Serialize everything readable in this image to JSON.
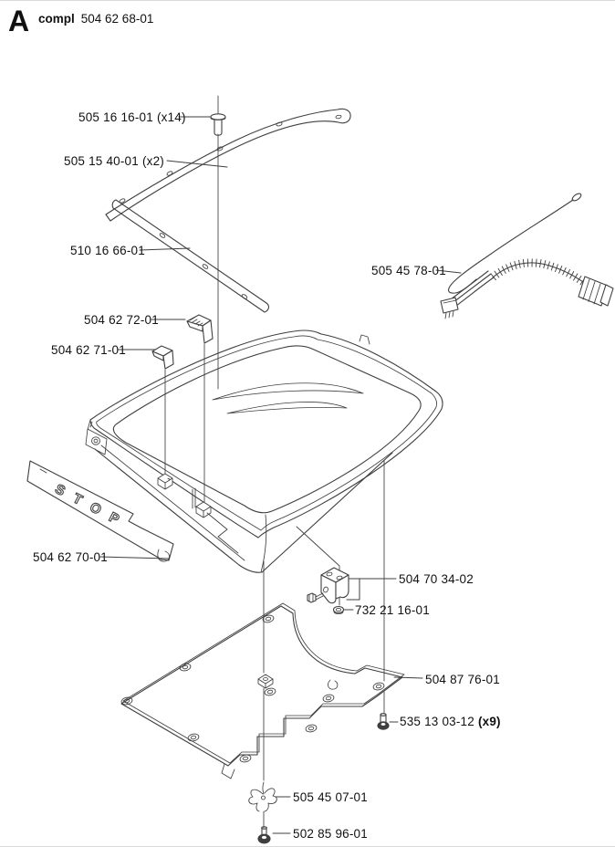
{
  "figure": {
    "letter": "A",
    "compl_label": "compl",
    "assembly_number": "504 62 68-01"
  },
  "stop_bar_text": "STOP",
  "colors": {
    "line": "#3f3f3f",
    "text": "#111111",
    "background": "#ffffff"
  },
  "parts": [
    {
      "number": "505 16 16-01",
      "qty": "(x14)",
      "item": "screw-top"
    },
    {
      "number": "505 15 40-01",
      "qty": "(x2)",
      "item": "outer-trim-strip"
    },
    {
      "number": "510 16 66-01",
      "qty": "",
      "item": "inner-trim-strip"
    },
    {
      "number": "505 45 78-01",
      "qty": "",
      "item": "cable-harness"
    },
    {
      "number": "504 62 72-01",
      "qty": "",
      "item": "clip-right"
    },
    {
      "number": "504 62 71-01",
      "qty": "",
      "item": "clip-left"
    },
    {
      "number": "504 62 70-01",
      "qty": "",
      "item": "stop-bar"
    },
    {
      "number": "504 70 34-02",
      "qty": "",
      "item": "bracket"
    },
    {
      "number": "732 21 16-01",
      "qty": "",
      "item": "nut"
    },
    {
      "number": "504 87 76-01",
      "qty": "",
      "item": "baseplate"
    },
    {
      "number": "535 13 03-12",
      "qty": "(x9)",
      "item": "plate-screw"
    },
    {
      "number": "505 45 07-01",
      "qty": "",
      "item": "retainer-clip"
    },
    {
      "number": "502 85 96-01",
      "qty": "",
      "item": "bottom-screw"
    }
  ]
}
